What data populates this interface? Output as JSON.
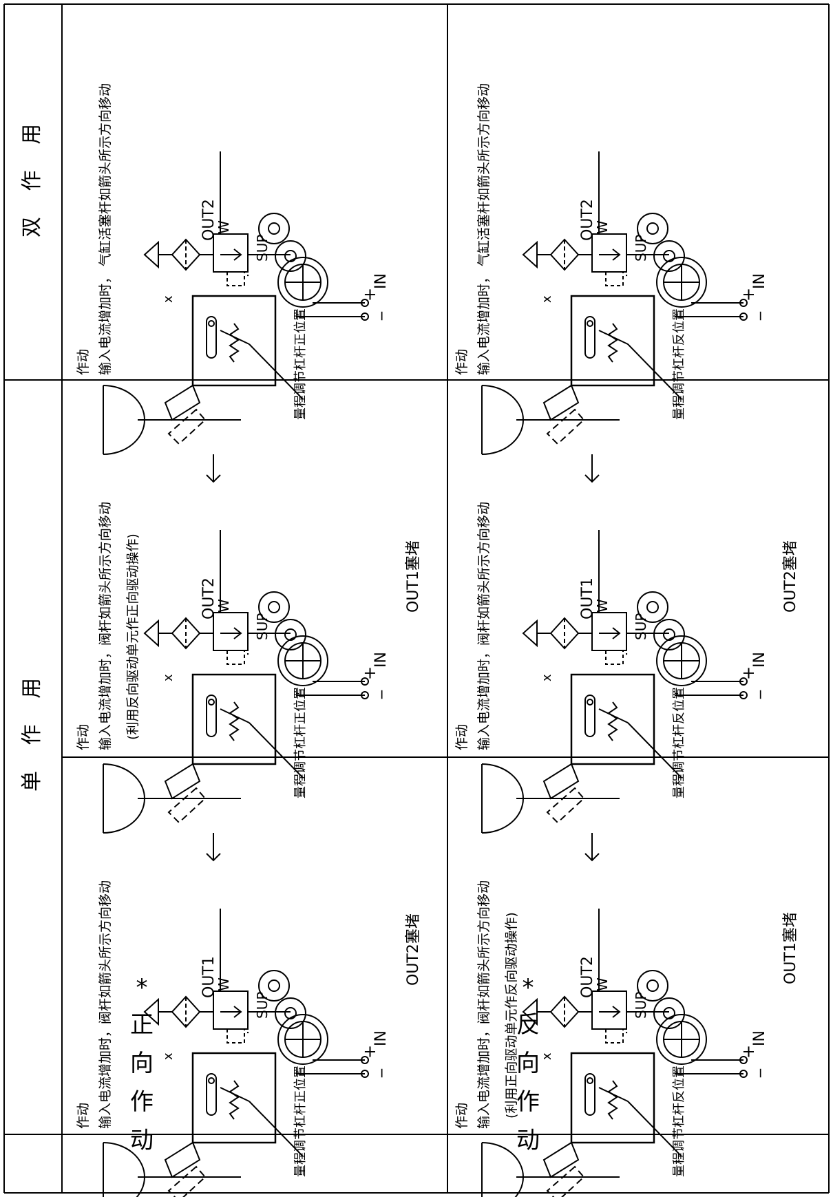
{
  "headers": {
    "single": "单 作 用",
    "double": "双 作 用"
  },
  "rows": {
    "direct": [
      "*",
      "正",
      "向",
      "作",
      "动"
    ],
    "reverse": [
      "*",
      "反",
      "向",
      "作",
      "动"
    ]
  },
  "labels": {
    "operation": "作动",
    "out1": "OUT1",
    "out2": "OUT2",
    "sup": "SUP",
    "in": "IN",
    "plus": "+",
    "minus": "_",
    "x": "x",
    "w": "W",
    "lever_normal": "量程调节杠杆正位置",
    "lever_reverse": "量程调节杠杆反位置"
  },
  "cells": {
    "sd_direct": {
      "line1": "输入电流增加时，阀杆如箭头所示方向移动",
      "line2": "",
      "plug": "OUT2塞堵"
    },
    "sr_direct": {
      "line1": "输入电流增加时，阀杆如箭头所示方向移动",
      "line2": "(利用反向驱动单元作正向驱动操作)",
      "plug": "OUT1塞堵"
    },
    "d_direct": {
      "line1": "输入电流增加时，   气缸活塞杆如箭头所示方向移动",
      "line2": "",
      "plug": ""
    },
    "sd_reverse": {
      "line1": "输入电流增加时，阀杆如箭头所示方向移动",
      "line2": "(利用正向驱动单元作反向驱动操作)",
      "plug": "OUT1塞堵"
    },
    "sr_reverse": {
      "line1": "输入电流增加时，阀杆如箭头所示方向移动",
      "line2": "",
      "plug": "OUT2塞堵"
    },
    "d_reverse": {
      "line1": "输入电流增加时，   气缸活塞杆如箭头所示方向移动",
      "line2": "",
      "plug": ""
    }
  }
}
